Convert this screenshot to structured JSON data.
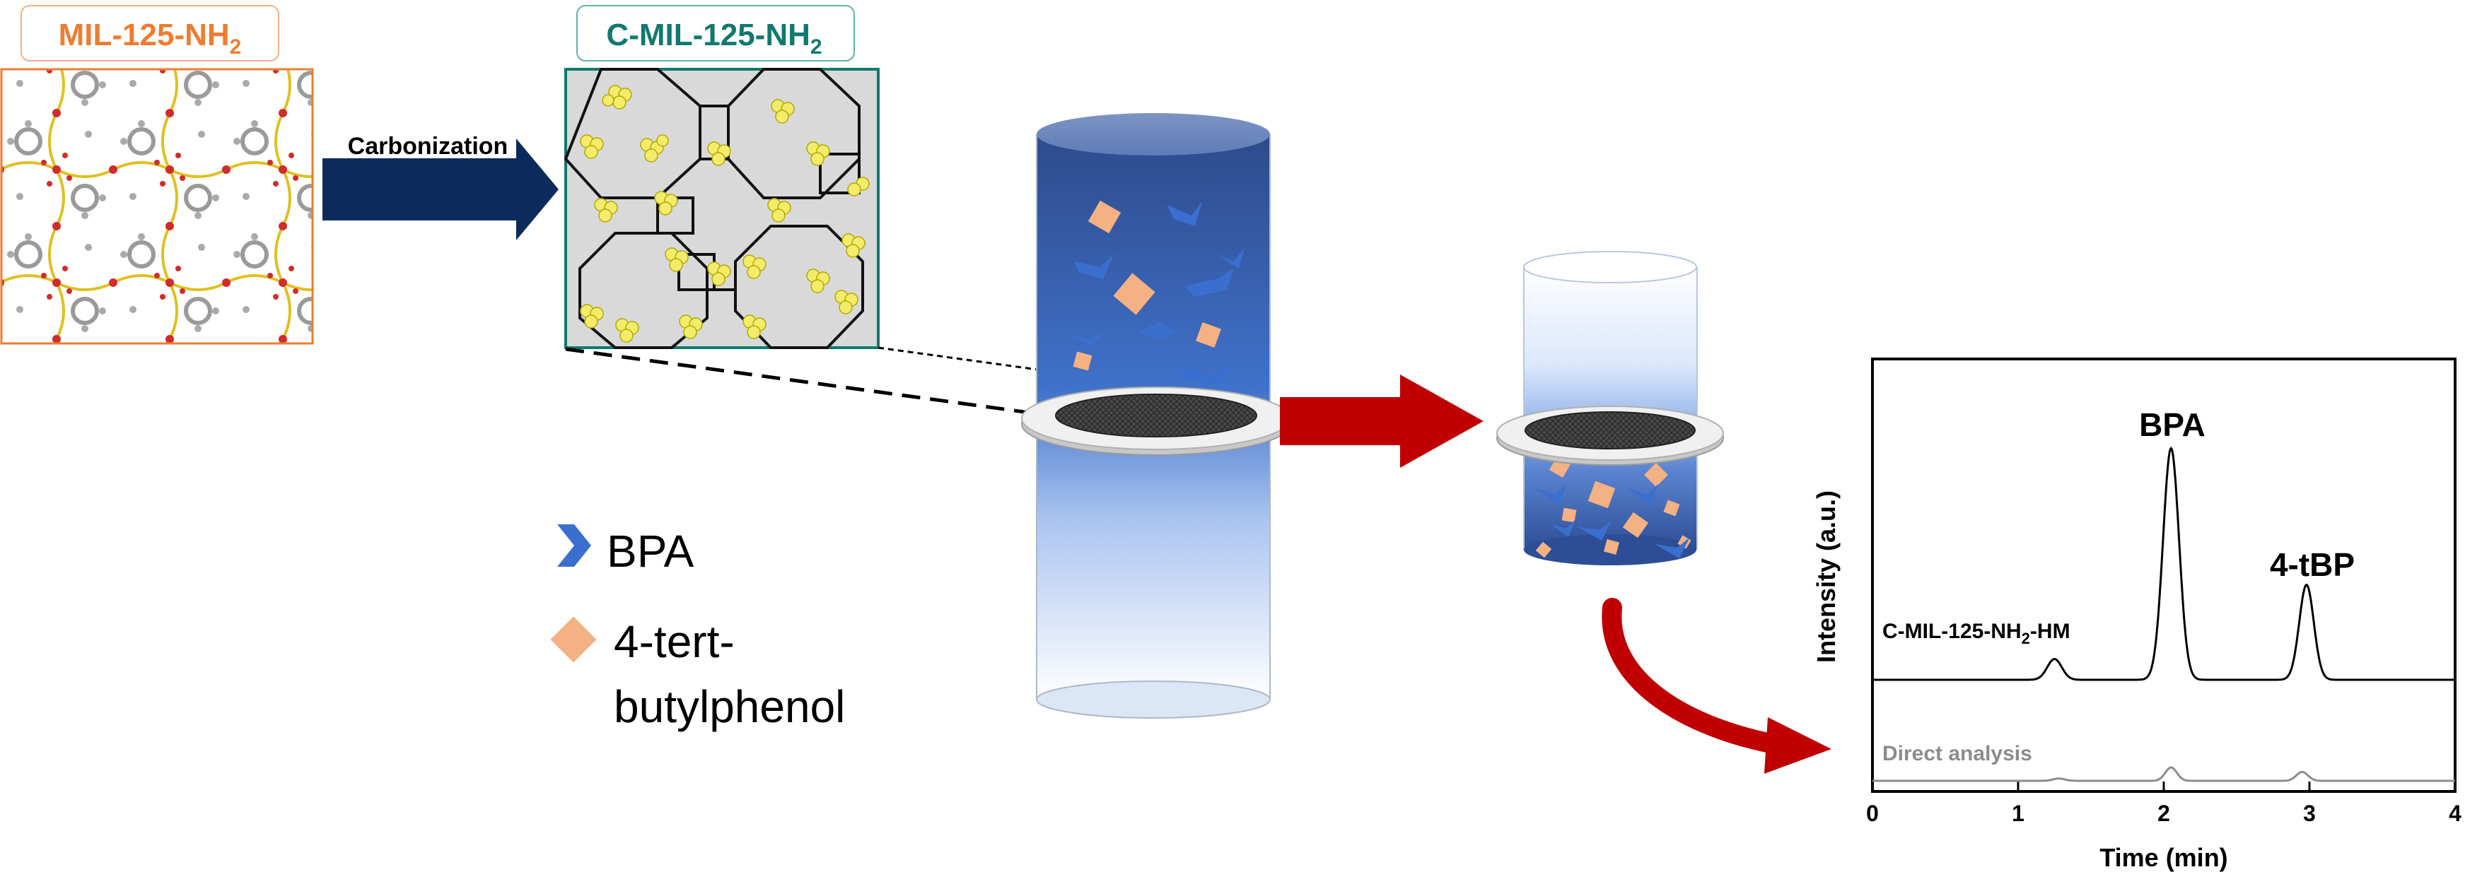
{
  "left_panel": {
    "title_main": "MIL-125-NH",
    "title_sub": "2",
    "title_color": "#ed7d31"
  },
  "arrow": {
    "label": "Carbonization",
    "color": "#0d2a5c"
  },
  "mid_panel": {
    "title_main": "C-MIL-125-NH",
    "title_sub": "2",
    "title_color": "#11796e"
  },
  "legend": {
    "bpa_label": "BPA",
    "bpa_color": "#3b6fcf",
    "tbp_label_line1": "4-tert-",
    "tbp_label_line2": "butylphenol",
    "tbp_color": "#f4b183"
  },
  "process_arrow_color": "#c00000",
  "chart_data": {
    "type": "line",
    "xlabel": "Time (min)",
    "ylabel": "Intensity (a.u.)",
    "xlim": [
      0,
      4
    ],
    "xticks": [
      "0",
      "1",
      "2",
      "3",
      "4"
    ],
    "peak_labels": [
      "BPA",
      "4-tBP"
    ],
    "series": [
      {
        "name": "C-MIL-125-NH2-HM",
        "label_main": "C-MIL-125-NH",
        "label_sub": "2",
        "label_tail": "-HM",
        "color": "#000000",
        "baseline": 0.0,
        "peaks": [
          {
            "time": 1.25,
            "height": 0.07,
            "width": 0.05
          },
          {
            "time": 2.05,
            "height": 0.78,
            "width": 0.055
          },
          {
            "time": 2.98,
            "height": 0.32,
            "width": 0.05
          }
        ]
      },
      {
        "name": "Direct analysis",
        "label_main": "Direct analysis",
        "color": "#8c8c8c",
        "baseline": 0.0,
        "peaks": [
          {
            "time": 1.28,
            "height": 0.008,
            "width": 0.04
          },
          {
            "time": 2.05,
            "height": 0.045,
            "width": 0.04
          },
          {
            "time": 2.95,
            "height": 0.03,
            "width": 0.04
          }
        ]
      }
    ]
  }
}
